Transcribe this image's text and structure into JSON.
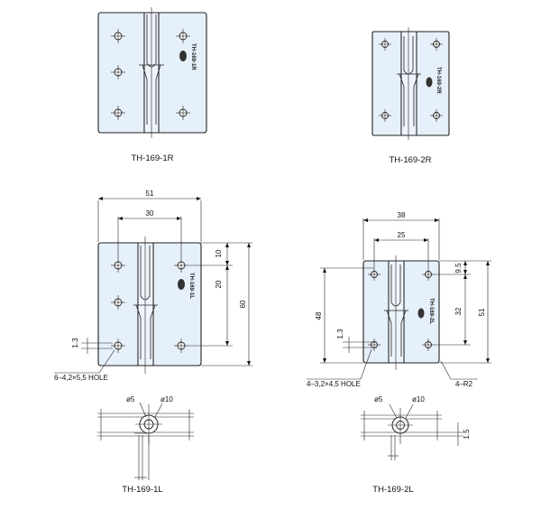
{
  "labels": {
    "tl": "TH-169-1R",
    "tr": "TH-169-2R",
    "bl": "TH-169-1L",
    "br": "TH-169-2L"
  },
  "stamps": {
    "tl": "TH-169-1R",
    "tr": "TH-169-2R",
    "bl": "TH-169-1L",
    "br": "TH-169-2L"
  },
  "dims_1l": {
    "width": "51",
    "hole_span": "30",
    "top": "10",
    "pitch": "20",
    "height": "60",
    "thick": "1.3",
    "holes": "6–4,2×5,5 HOLE",
    "pin": "ø5",
    "knuckle": "ø10"
  },
  "dims_2l": {
    "width": "38",
    "hole_span": "25",
    "top": "9.5",
    "pitch": "32",
    "height": "51",
    "left_h": "48",
    "thick": "1.3",
    "holes": "4–3,2×4,5 HOLE",
    "radius": "4–R2",
    "pin": "ø5",
    "knuckle": "ø10",
    "side": "1.5"
  }
}
